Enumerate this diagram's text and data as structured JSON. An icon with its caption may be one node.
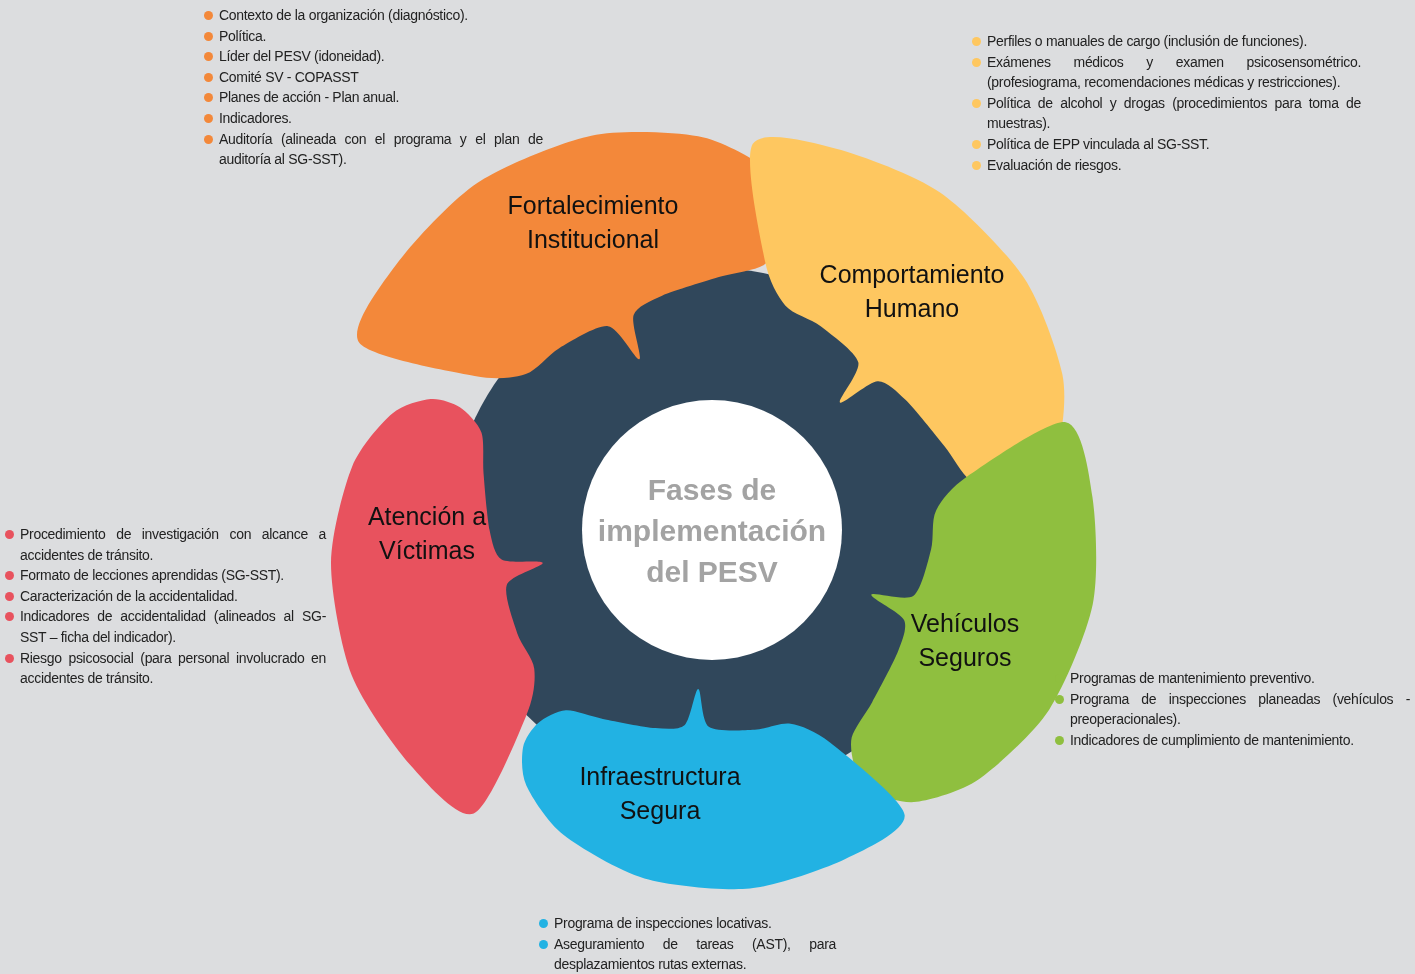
{
  "diagram": {
    "nodes": [
      {
        "text": [
          "Fases de implementación del PESV"
        ]
      },
      {
        "text": [
          "Fortalecimiento Institucional"
        ],
        "beside": [
          "Contexto de la organización (diagnóstico).",
          "Política.",
          "Líder del PESV (idoneidad).",
          "Comité SV - COPASST",
          "Planes de acción - Plan anual.",
          "Indicadores.",
          "Auditoría (alineada con el programa y el plan de auditoría al SG-SST)."
        ]
      },
      {
        "text": [
          "Comportamiento Humano"
        ],
        "beside": [
          "Perfiles o manuales de cargo (inclusión de funciones).",
          "Exámenes médicos y examen psicosensométrico. (profesiograma, recomendaciones médicas y restricciones).",
          "Política de alcohol y drogas (procedimientos para toma de muestras).",
          "Política de EPP vinculada al SG-SST.",
          "Evaluación de riesgos."
        ]
      },
      {
        "text": [
          "Vehículos Seguros"
        ],
        "beside": [
          "Programas de mantenimiento preventivo.",
          "Programa de inspecciones planeadas (vehículos -preoperacionales).",
          "Indicadores de cumplimiento de mantenimiento."
        ]
      },
      {
        "text": [
          "Infraestructura Segura"
        ],
        "beside": [
          "Programa de inspecciones locativas.",
          "Aseguramiento de tareas (AST), para desplazamientos rutas externas."
        ]
      },
      {
        "text": [
          "Atención a Víctimas"
        ],
        "beside": [
          "Procedimiento de investigación con alcance a accidentes de tránsito.",
          "Formato de lecciones aprendidas (SG-SST).",
          "Caracterización de la accidentalidad.",
          "Indicadores de accidentalidad (alineados al SG-SST – ficha del indicador).",
          "Riesgo psicosocial (para personal involucrado en accidentes de tránsito."
        ]
      }
    ]
  }
}
